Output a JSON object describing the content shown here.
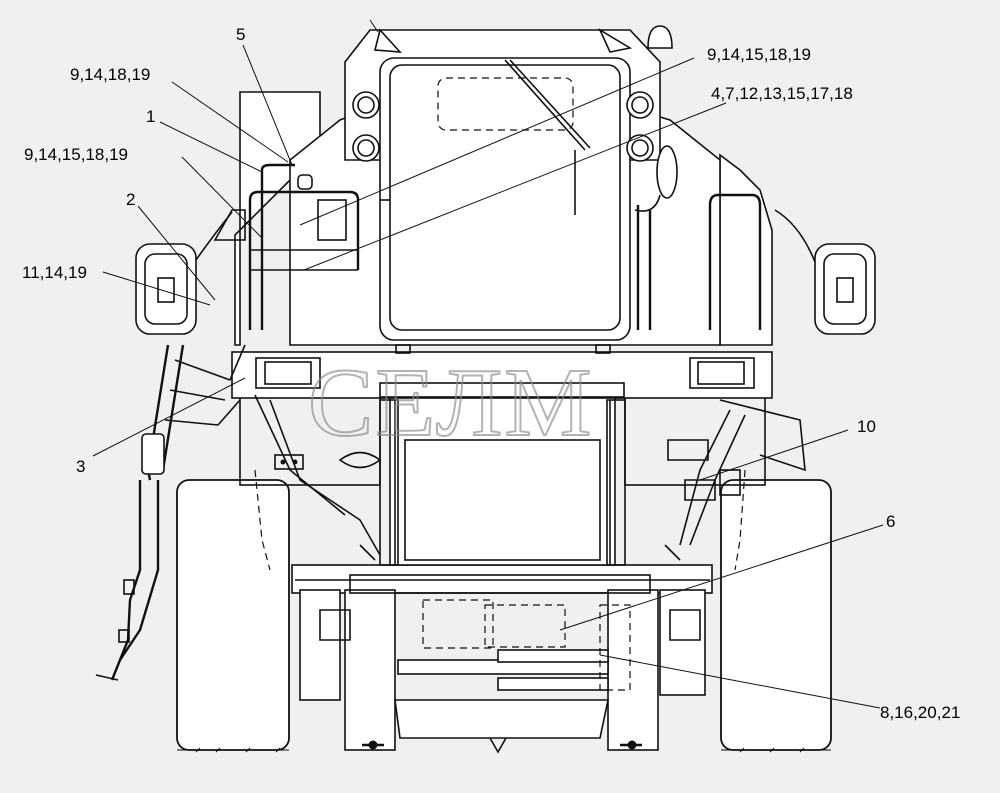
{
  "watermark": "СЕЛМ",
  "callouts": [
    {
      "id": "c1",
      "text": "5"
    },
    {
      "id": "c2",
      "text": "9,14,18,19"
    },
    {
      "id": "c3",
      "text": "1"
    },
    {
      "id": "c4",
      "text": "9,14,15,18,19"
    },
    {
      "id": "c5",
      "text": "2"
    },
    {
      "id": "c6",
      "text": "11,14,19"
    },
    {
      "id": "c7",
      "text": "3"
    },
    {
      "id": "c8",
      "text": "9,14,15,18,19"
    },
    {
      "id": "c9",
      "text": "4,7,12,13,15,17,18"
    },
    {
      "id": "c10",
      "text": "10"
    },
    {
      "id": "c11",
      "text": "6"
    },
    {
      "id": "c12",
      "text": "8,16,20,21"
    }
  ]
}
